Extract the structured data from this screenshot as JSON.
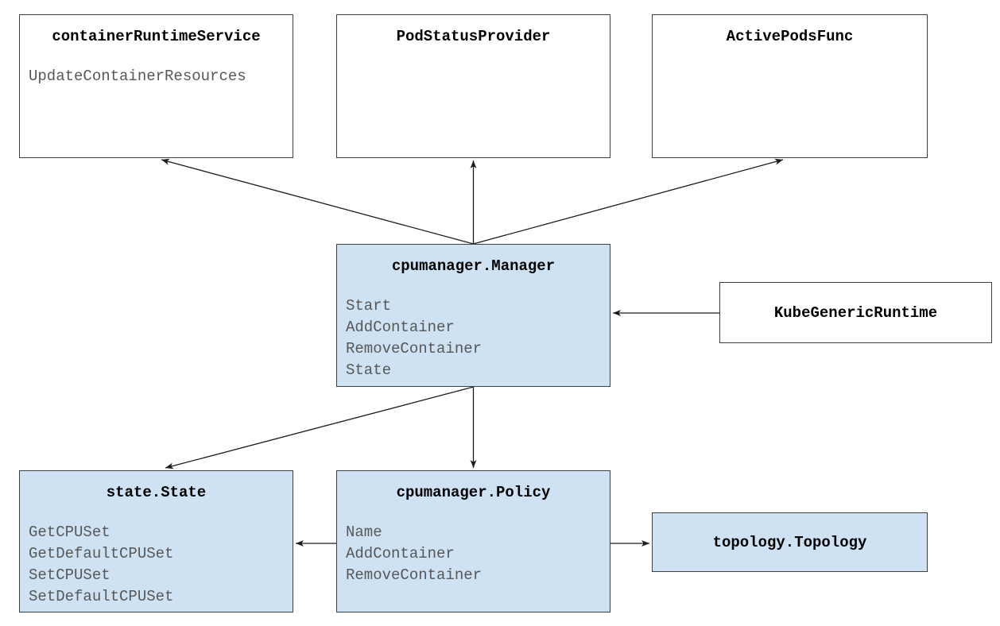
{
  "colors": {
    "page_bg": "#ffffff",
    "box_fill_white": "#ffffff",
    "box_fill_blue": "#cfe2f3",
    "box_border": "#3c4043",
    "title_text": "#000000",
    "method_text": "#575757",
    "arrow": "#1c1c1c"
  },
  "boxes": [
    {
      "title": "containerRuntimeService",
      "fill": "white",
      "methods": [
        "UpdateContainerResources"
      ]
    },
    {
      "title": "PodStatusProvider",
      "fill": "white",
      "methods": []
    },
    {
      "title": "ActivePodsFunc",
      "fill": "white",
      "methods": []
    },
    {
      "title": "cpumanager.Manager",
      "fill": "blue",
      "methods": [
        "Start",
        "AddContainer",
        "RemoveContainer",
        "State"
      ]
    },
    {
      "title": "KubeGenericRuntime",
      "fill": "white",
      "methods": []
    },
    {
      "title": "state.State",
      "fill": "blue",
      "methods": [
        "GetCPUSet",
        "GetDefaultCPUSet",
        "SetCPUSet",
        "SetDefaultCPUSet"
      ]
    },
    {
      "title": "cpumanager.Policy",
      "fill": "blue",
      "methods": [
        "Name",
        "AddContainer",
        "RemoveContainer"
      ]
    },
    {
      "title": "topology.Topology",
      "fill": "blue",
      "methods": []
    }
  ],
  "edges": [
    {
      "from": "cpumanager.Manager",
      "to": "containerRuntimeService"
    },
    {
      "from": "cpumanager.Manager",
      "to": "PodStatusProvider"
    },
    {
      "from": "cpumanager.Manager",
      "to": "ActivePodsFunc"
    },
    {
      "from": "KubeGenericRuntime",
      "to": "cpumanager.Manager"
    },
    {
      "from": "cpumanager.Manager",
      "to": "state.State"
    },
    {
      "from": "cpumanager.Manager",
      "to": "cpumanager.Policy"
    },
    {
      "from": "cpumanager.Policy",
      "to": "state.State"
    },
    {
      "from": "cpumanager.Policy",
      "to": "topology.Topology"
    }
  ]
}
